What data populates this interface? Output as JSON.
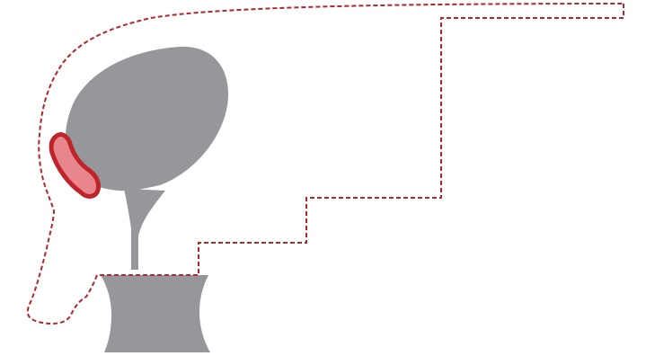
{
  "diagram": {
    "colors": {
      "background": "#ffffff",
      "dashed_outline": "#b3262e",
      "gray_shape": "#96979a",
      "highlight_stroke": "#c0242b",
      "highlight_fill": "#e8868d"
    },
    "elements": [
      "dashed-outline-path",
      "oval-head-shape",
      "stem-shape",
      "base-block-shape",
      "highlighted-crescent-shape"
    ]
  }
}
